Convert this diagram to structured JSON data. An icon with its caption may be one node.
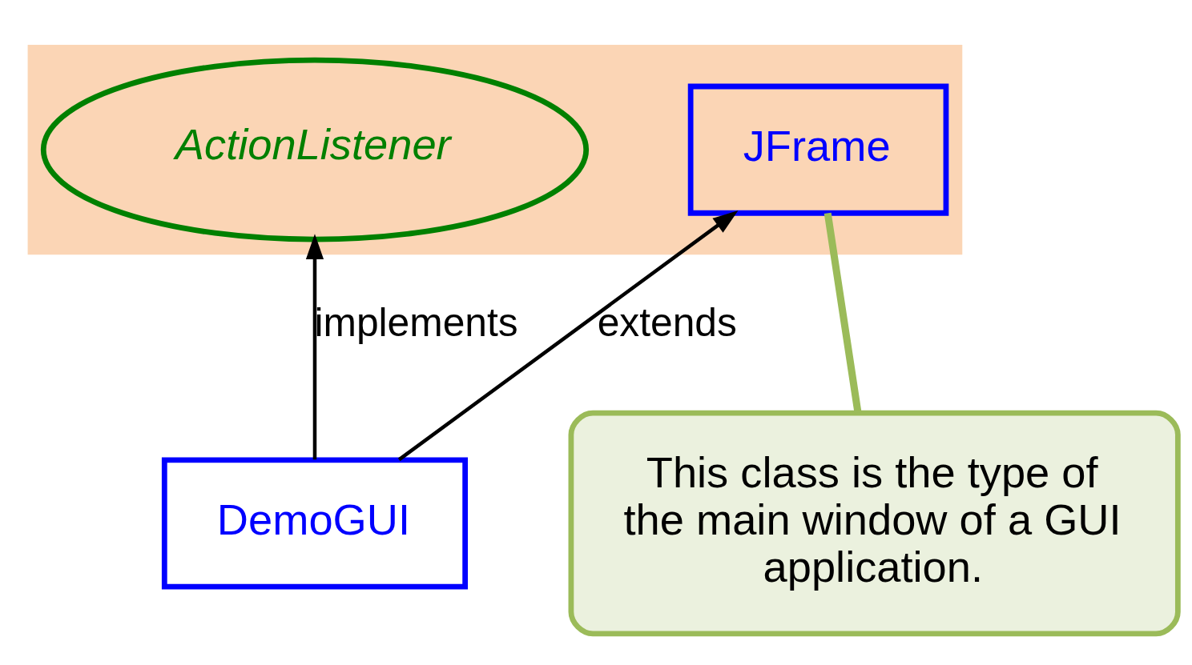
{
  "diagram": {
    "nodes": [
      {
        "text": [],
        "shape": "band"
      },
      {
        "text": [
          "JFrame"
        ],
        "in": 0
      },
      {
        "text": [
          "ActionListener"
        ],
        "in": 0
      },
      {
        "text": [
          "DemoGUI"
        ]
      },
      {
        "text": [
          "This class is the type of the main window of a GUI application."
        ]
      }
    ],
    "edges": [
      {
        "from": 3,
        "to": 1,
        "arrow": "to",
        "label": "extends"
      },
      {
        "from": 3,
        "to": 2,
        "arrow": "to",
        "label": "implements"
      },
      {
        "from": 4,
        "to": 1,
        "arrow": "none",
        "style": "thick",
        "color": "#9bbb59"
      }
    ]
  }
}
